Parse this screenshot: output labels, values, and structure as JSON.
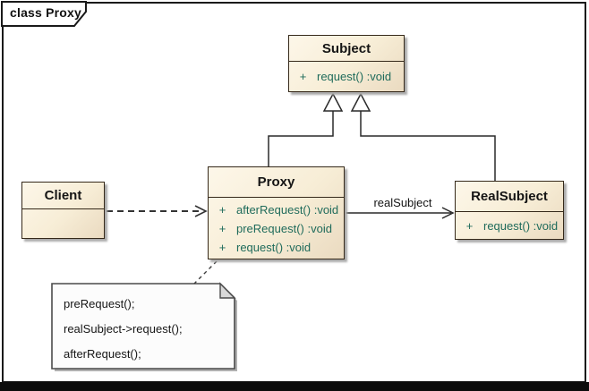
{
  "diagram": {
    "frame_title": "class Proxy",
    "kind": "uml-class-diagram"
  },
  "classes": {
    "subject": {
      "name": "Subject",
      "members": [
        {
          "vis": "+",
          "sig": "request()  :void"
        }
      ]
    },
    "proxy": {
      "name": "Proxy",
      "members": [
        {
          "vis": "+",
          "sig": "afterRequest()  :void"
        },
        {
          "vis": "+",
          "sig": "preRequest()  :void"
        },
        {
          "vis": "+",
          "sig": "request()  :void"
        }
      ]
    },
    "realsubject": {
      "name": "RealSubject",
      "members": [
        {
          "vis": "+",
          "sig": "request()  :void"
        }
      ]
    },
    "client": {
      "name": "Client",
      "members": []
    }
  },
  "edges": {
    "client_to_proxy": "dashed-dependency-arrow",
    "proxy_to_realsubject_label": "realSubject",
    "proxy_generalizes_subject": "hollow-triangle",
    "realsubject_generalizes_subject": "hollow-triangle"
  },
  "note": {
    "lines": [
      "preRequest();",
      "realSubject->request();",
      "afterRequest();"
    ]
  },
  "colors": {
    "box_fill_top": "#FDF7E9",
    "box_fill_bottom": "#EADAC0",
    "box_border": "#35291a",
    "member_text": "#1f6b5b",
    "class_name_text": "#151515",
    "note_fill": "#FCFCFC",
    "note_fold": "#D9D9D9",
    "frame_border": "#1a1a1a",
    "connector": "#2a2a2a",
    "shadow": "#ababab",
    "bottom_bar": "#0c0c0c"
  }
}
